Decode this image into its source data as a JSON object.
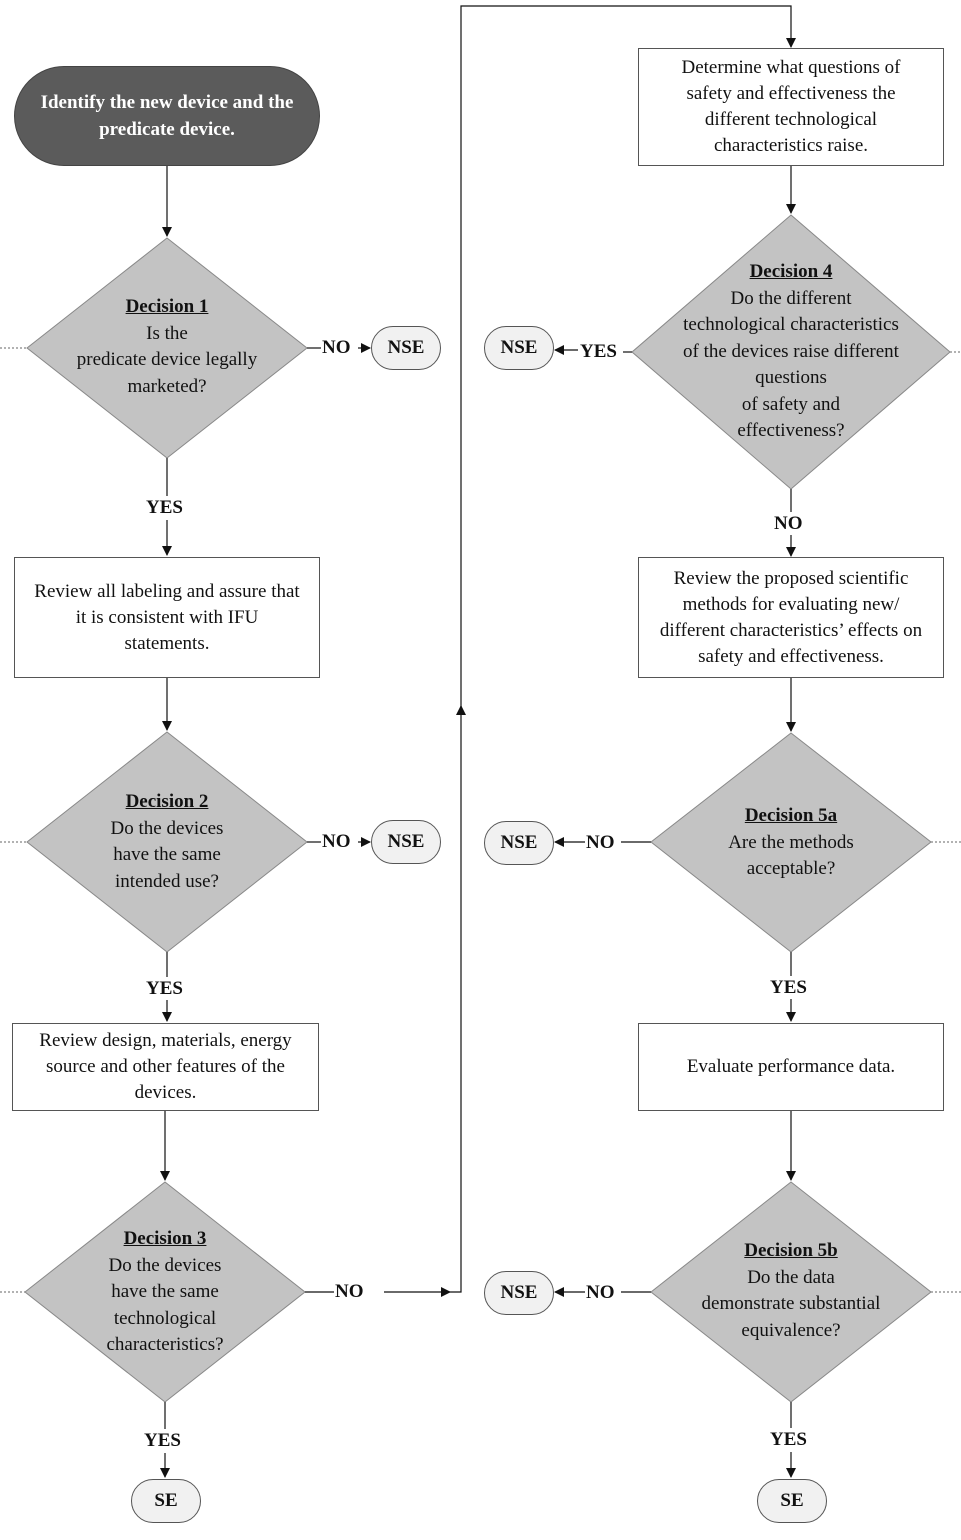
{
  "start": {
    "text": "Identify the new device and the predicate device."
  },
  "boxes": {
    "review_labeling": "Review all labeling and assure that it is consistent with IFU statements.",
    "review_design": "Review design, materials, energy source and other features of the devices.",
    "determine_questions": "Determine what questions of safety and effectiveness the different technological characteristics raise.",
    "review_methods": "Review the proposed scientific methods for evaluating new/ different characteristics’ effects on safety and effectiveness.",
    "evaluate_performance": "Evaluate performance data."
  },
  "decisions": {
    "d1": {
      "title": "Decision 1",
      "lines": [
        "Is the",
        "predicate device legally",
        "marketed?"
      ]
    },
    "d2": {
      "title": "Decision 2",
      "lines": [
        "Do the devices",
        "have the same",
        "intended use?"
      ]
    },
    "d3": {
      "title": "Decision 3",
      "lines": [
        "Do the devices",
        "have the same",
        "technological",
        "characteristics?"
      ]
    },
    "d4": {
      "title": "Decision 4",
      "lines": [
        "Do the different",
        "technological characteristics",
        "of the devices raise different",
        "questions",
        "of safety and",
        "effectiveness?"
      ]
    },
    "d5a": {
      "title": "Decision 5a",
      "lines": [
        "Are the methods",
        "acceptable?"
      ]
    },
    "d5b": {
      "title": "Decision 5b",
      "lines": [
        "Do the data",
        "demonstrate substantial",
        "equivalence?"
      ]
    }
  },
  "terminals": {
    "nse": "NSE",
    "se": "SE"
  },
  "labels": {
    "yes": "YES",
    "no": "NO"
  }
}
